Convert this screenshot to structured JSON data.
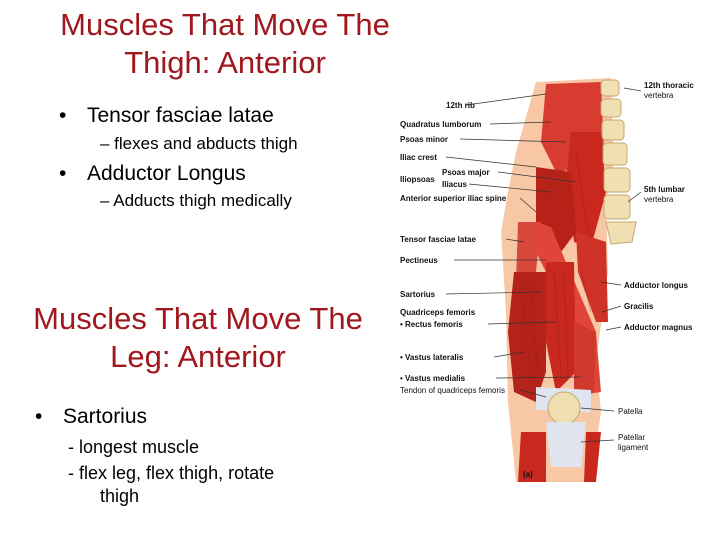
{
  "slide": {
    "title_thigh_line1": "Muscles That Move The",
    "title_thigh_line2": "Thigh: Anterior",
    "bullet_tensor": "Tensor fasciae latae",
    "sub_tensor": "– flexes and abducts thigh",
    "bullet_adductor": "Adductor Longus",
    "sub_adductor": "– Adducts thigh medically",
    "title_leg_line1": "Muscles That Move The",
    "title_leg_line2": "Leg: Anterior",
    "bullet_sartorius": "Sartorius",
    "sub_sartorius_1": "-  longest muscle",
    "sub_sartorius_2": "-   flex leg, flex thigh, rotate",
    "sub_sartorius_3": "thigh",
    "bullet_glyph": "•"
  },
  "figure": {
    "labels_left": {
      "rib12": "12th rib",
      "quadratus": "Quadratus lumborum",
      "psoas_minor": "Psoas minor",
      "iliac_crest": "Iliac crest",
      "iliopsoas": "Iliopsoas",
      "psoas_major": "Psoas major",
      "iliacus": "Iliacus",
      "asis": "Anterior superior iliac spine",
      "tensor": "Tensor fasciae latae",
      "pectineus": "Pectineus",
      "sartorius": "Sartorius",
      "quadriceps": "Quadriceps femoris",
      "rectus": "• Rectus femoris",
      "vastus_lat": "• Vastus lateralis",
      "vastus_med": "• Vastus medialis",
      "tendon": "Tendon of quadriceps femoris"
    },
    "labels_right": {
      "thoracic_1": "12th thoracic",
      "thoracic_2": "vertebra",
      "lumbar_1": "5th lumbar",
      "lumbar_2": "vertebra",
      "adductor_longus": "Adductor longus",
      "gracilis": "Gracilis",
      "adductor_magnus": "Adductor magnus",
      "patella": "Patella",
      "patellar_1": "Patellar",
      "patellar_2": "ligament"
    },
    "panel_label": "(a)",
    "colors": {
      "title": "#a0171e",
      "muscle": "#c8281e",
      "muscle_light": "#e0453a",
      "tendon": "#dfe4ee",
      "bone": "#f1dfb4",
      "skin": "#f7c7a6",
      "leader": "#333333"
    }
  }
}
